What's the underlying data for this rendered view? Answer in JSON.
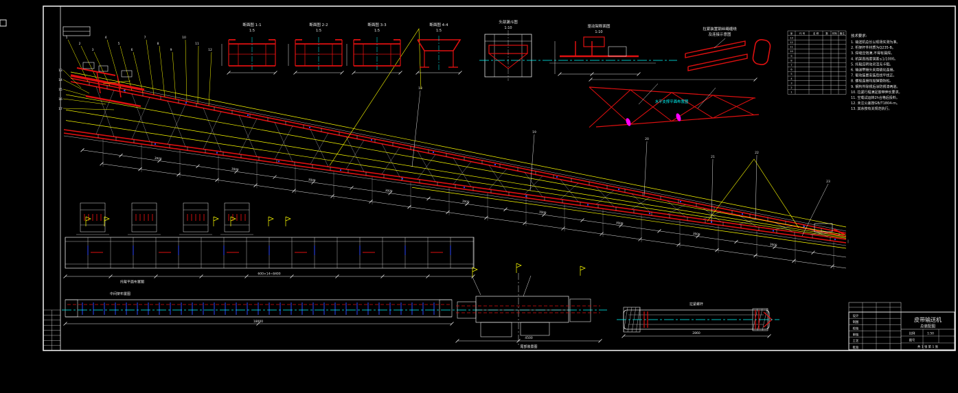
{
  "app": {
    "type": "cad-drawing"
  },
  "colors": {
    "white": "#e8e8e8",
    "red": "#e01010",
    "yellow": "#ffff00",
    "cyan": "#00ffff",
    "blue": "#2b46ff",
    "magenta": "#ff00ff"
  },
  "sections": [
    {
      "title": "断面图 1-1",
      "scale": "1:5"
    },
    {
      "title": "断面图 2-2",
      "scale": "1:5"
    },
    {
      "title": "断面图 3-3",
      "scale": "1:5"
    },
    {
      "title": "断面图 4-4",
      "scale": "1:5"
    },
    {
      "title": "头部漏斗图",
      "scale": "1:10"
    },
    {
      "title": "驱动架断面图",
      "scale": "1:10"
    }
  ],
  "rod_detail": {
    "line1": "拉紧装置钢丝绳缠绕",
    "line2": "及连接示意图"
  },
  "bracing_label": "水平支撑平面布置图",
  "callouts": {
    "fan": [
      "1",
      "2",
      "3",
      "4",
      "5",
      "6",
      "7",
      "8",
      "9",
      "10",
      "11",
      "12"
    ],
    "left": [
      "13",
      "14",
      "15",
      "16",
      "17"
    ],
    "mid": [
      "18",
      "19",
      "20",
      "21",
      "22",
      "23"
    ]
  },
  "dims": {
    "panel": "3000",
    "strip_a": "600×14=8400",
    "strip_b": "18000",
    "cluster": "4500",
    "takeup": "2860"
  },
  "captions": {
    "strip_a": "托辊平面布置图",
    "strip_b": "中间架布置图",
    "cluster": "尾部装置图",
    "takeup": "拉紧螺杆"
  },
  "bom": {
    "header": [
      "序",
      "代 号",
      "名 称",
      "数",
      "材料",
      "备注"
    ],
    "rows": [
      "13",
      "12",
      "11",
      "10",
      "9",
      "8",
      "7",
      "6",
      "5",
      "4",
      "3",
      "2",
      "1"
    ]
  },
  "notes": {
    "title": "技术要求:",
    "items": [
      "1. 输送机总长以现场实测为准。",
      "2. 桁架杆件材质为Q235-B。",
      "3. 焊缝应饱满,不得有漏焊。",
      "4. 机架直线度误差≤1/1000。",
      "5. 托辊应转动灵活无卡阻。",
      "6. 输送带接头采用硫化连接。",
      "7. 驱动装置安装后找平找正。",
      "8. 螺栓连接均加弹垫防松。",
      "9. 钢构件除锈后涂防锈漆两道。",
      "10. 拉紧行程满足胶带伸长要求。",
      "11. 空载试运转2h合格后投料。",
      "12. 未注公差按GB/T1804-m。",
      "13. 其余按有关规范执行。"
    ]
  },
  "title_block": {
    "title": "皮带输送机",
    "subtitle": "总装配图",
    "rows": [
      "设计",
      "制图",
      "校核",
      "审核",
      "工艺",
      "批准"
    ],
    "scale_label": "比例",
    "scale": "1:50",
    "no_label": "图号",
    "sheet": "共 1 张 第 1 张"
  }
}
